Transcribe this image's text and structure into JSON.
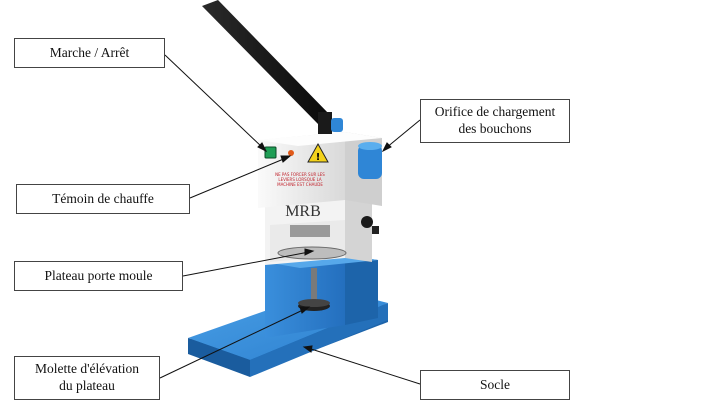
{
  "labels": {
    "power_switch": "Marche / Arrêt",
    "heating_indicator": "Témoin de chauffe",
    "mold_plate": "Plateau porte moule",
    "height_wheel_line1": "Molette d'élévation",
    "height_wheel_line2": "du plateau",
    "loading_port_line1": "Orifice de chargement",
    "loading_port_line2": "des bouchons",
    "base": "Socle"
  },
  "machine": {
    "brand": "MRB",
    "warning_text": [
      "NE PAS FORCER SUR LES",
      "LEVIERS LORSQUE LA",
      "MACHINE EST CHAUDE"
    ]
  },
  "colors": {
    "base_blue": "#2f86d6",
    "base_blue_dark": "#1d64aa",
    "body_white": "#f2f2f2",
    "lever_black": "#151515",
    "label_border": "#444444",
    "switch_green": "#1e9e55",
    "indicator_orange": "#e05a1a",
    "warning_yellow": "#f3d21c",
    "warning_text_red": "#c0202a"
  }
}
